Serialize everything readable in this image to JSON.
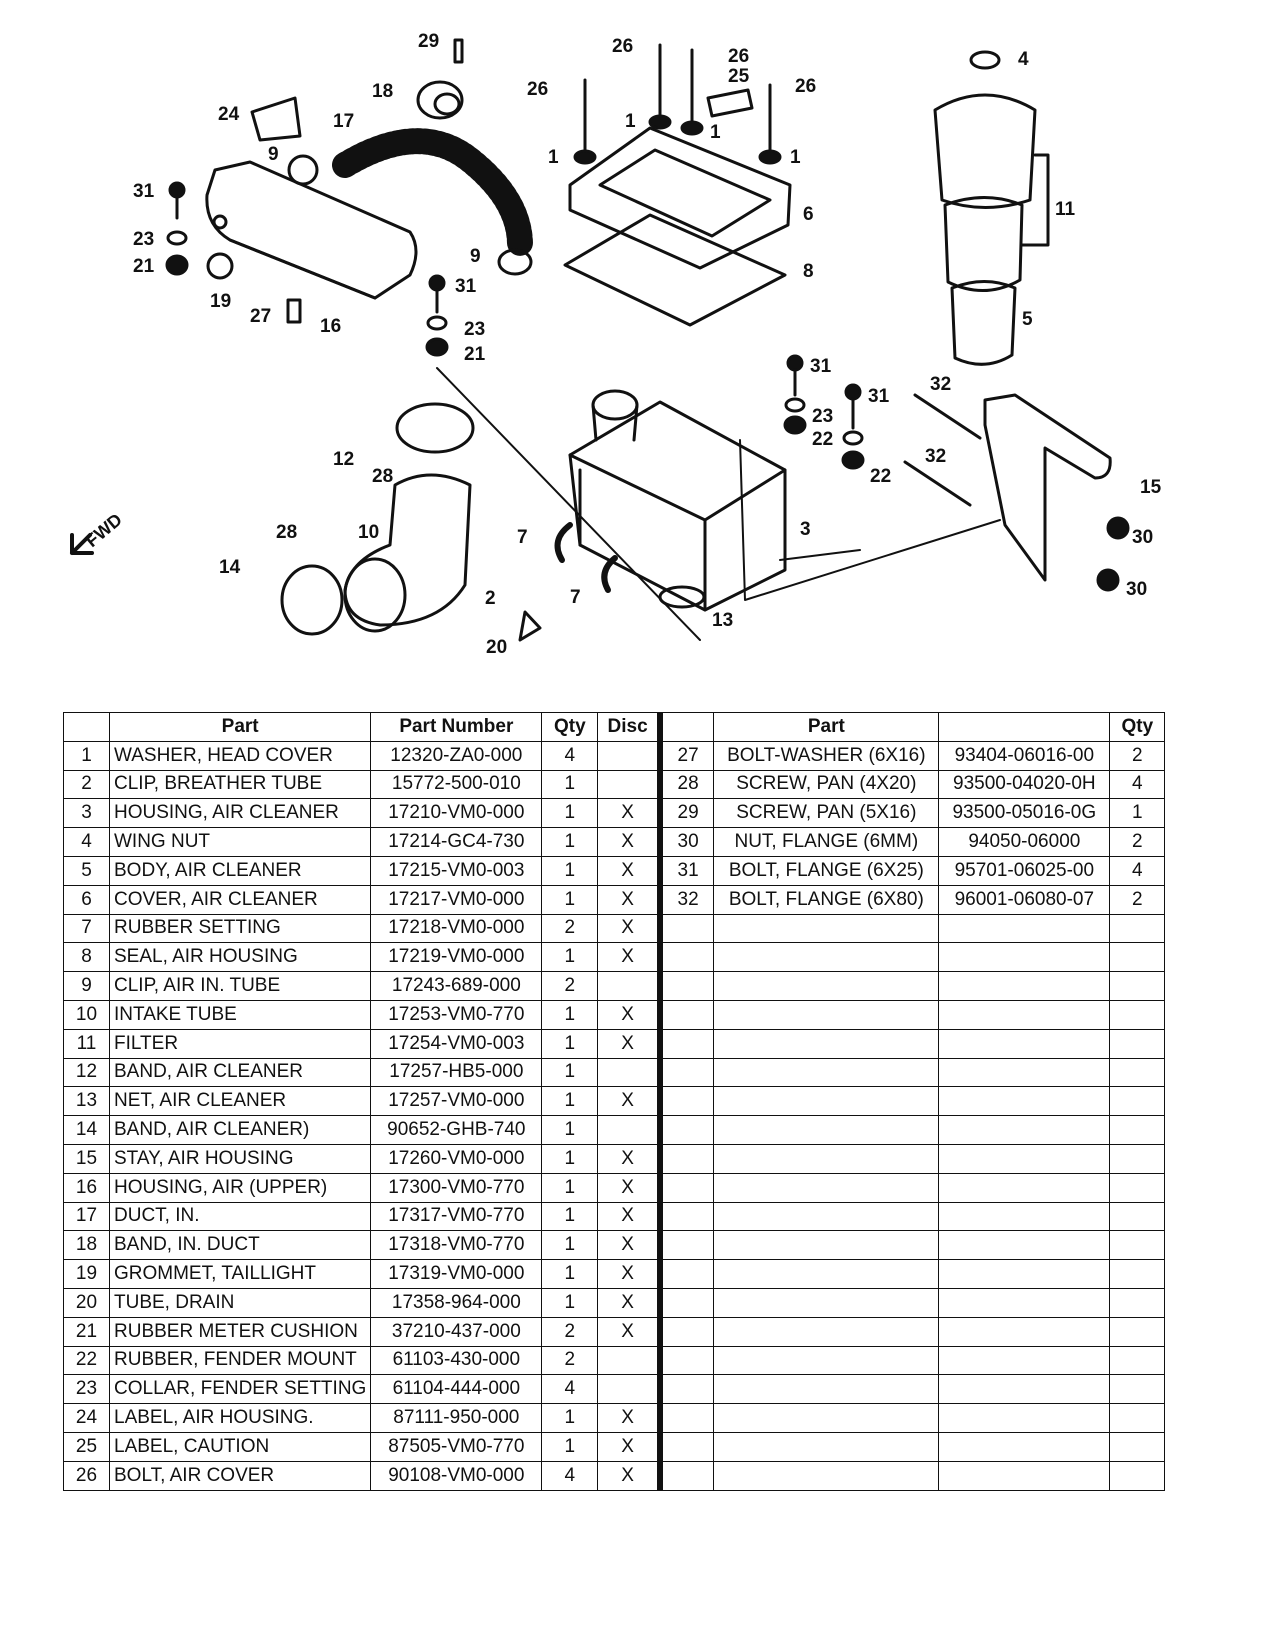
{
  "diagram": {
    "callouts": [
      "1",
      "1",
      "1",
      "1",
      "2",
      "3",
      "4",
      "5",
      "6",
      "7",
      "7",
      "8",
      "9",
      "9",
      "10",
      "11",
      "12",
      "13",
      "14",
      "15",
      "16",
      "17",
      "18",
      "19",
      "20",
      "21",
      "21",
      "22",
      "22",
      "23",
      "23",
      "23",
      "24",
      "25",
      "26",
      "26",
      "26",
      "26",
      "27",
      "28",
      "28",
      "29",
      "30",
      "30",
      "31",
      "31",
      "31",
      "31",
      "32",
      "32"
    ],
    "direction_label": "FWD"
  },
  "table": {
    "headers": {
      "left": [
        "",
        "Part",
        "Part Number",
        "Qty",
        "Disc"
      ],
      "right": [
        "",
        "Part",
        "",
        "Qty"
      ]
    },
    "left_rows": [
      {
        "no": "1",
        "part": "WASHER, HEAD COVER",
        "number": "12320-ZA0-000",
        "qty": "4",
        "disc": ""
      },
      {
        "no": "2",
        "part": "CLIP, BREATHER TUBE",
        "number": "15772-500-010",
        "qty": "1",
        "disc": ""
      },
      {
        "no": "3",
        "part": "HOUSING, AIR CLEANER",
        "number": "17210-VM0-000",
        "qty": "1",
        "disc": "X"
      },
      {
        "no": "4",
        "part": "WING NUT",
        "number": "17214-GC4-730",
        "qty": "1",
        "disc": "X"
      },
      {
        "no": "5",
        "part": "BODY, AIR CLEANER",
        "number": "17215-VM0-003",
        "qty": "1",
        "disc": "X"
      },
      {
        "no": "6",
        "part": "COVER, AIR CLEANER",
        "number": "17217-VM0-000",
        "qty": "1",
        "disc": "X"
      },
      {
        "no": "7",
        "part": "RUBBER SETTING",
        "number": "17218-VM0-000",
        "qty": "2",
        "disc": "X"
      },
      {
        "no": "8",
        "part": "SEAL, AIR HOUSING",
        "number": "17219-VM0-000",
        "qty": "1",
        "disc": "X"
      },
      {
        "no": "9",
        "part": "CLIP, AIR IN. TUBE",
        "number": "17243-689-000",
        "qty": "2",
        "disc": ""
      },
      {
        "no": "10",
        "part": "INTAKE TUBE",
        "number": "17253-VM0-770",
        "qty": "1",
        "disc": "X"
      },
      {
        "no": "11",
        "part": "FILTER",
        "number": "17254-VM0-003",
        "qty": "1",
        "disc": "X"
      },
      {
        "no": "12",
        "part": "BAND, AIR CLEANER",
        "number": "17257-HB5-000",
        "qty": "1",
        "disc": ""
      },
      {
        "no": "13",
        "part": "NET, AIR CLEANER",
        "number": "17257-VM0-000",
        "qty": "1",
        "disc": "X"
      },
      {
        "no": "14",
        "part": "BAND, AIR CLEANER)",
        "number": "90652-GHB-740",
        "qty": "1",
        "disc": ""
      },
      {
        "no": "15",
        "part": "STAY, AIR HOUSING",
        "number": "17260-VM0-000",
        "qty": "1",
        "disc": "X"
      },
      {
        "no": "16",
        "part": "HOUSING, AIR (UPPER)",
        "number": "17300-VM0-770",
        "qty": "1",
        "disc": "X"
      },
      {
        "no": "17",
        "part": "DUCT, IN.",
        "number": "17317-VM0-770",
        "qty": "1",
        "disc": "X"
      },
      {
        "no": "18",
        "part": "BAND, IN. DUCT",
        "number": "17318-VM0-770",
        "qty": "1",
        "disc": "X"
      },
      {
        "no": "19",
        "part": "GROMMET, TAILLIGHT",
        "number": "17319-VM0-000",
        "qty": "1",
        "disc": "X"
      },
      {
        "no": "20",
        "part": "TUBE, DRAIN",
        "number": "17358-964-000",
        "qty": "1",
        "disc": "X"
      },
      {
        "no": "21",
        "part": "RUBBER METER CUSHION",
        "number": "37210-437-000",
        "qty": "2",
        "disc": "X"
      },
      {
        "no": "22",
        "part": "RUBBER, FENDER MOUNT",
        "number": "61103-430-000",
        "qty": "2",
        "disc": ""
      },
      {
        "no": "23",
        "part": "COLLAR, FENDER SETTING",
        "number": "61104-444-000",
        "qty": "4",
        "disc": ""
      },
      {
        "no": "24",
        "part": "LABEL, AIR  HOUSING.",
        "number": "87111-950-000",
        "qty": "1",
        "disc": "X"
      },
      {
        "no": "25",
        "part": "LABEL, CAUTION",
        "number": "87505-VM0-770",
        "qty": "1",
        "disc": "X"
      },
      {
        "no": "26",
        "part": "BOLT, AIR COVER",
        "number": "90108-VM0-000",
        "qty": "4",
        "disc": "X"
      }
    ],
    "right_rows": [
      {
        "no": "27",
        "part": "BOLT-WASHER (6X16)",
        "number": "93404-06016-00",
        "qty": "2"
      },
      {
        "no": "28",
        "part": "SCREW, PAN (4X20)",
        "number": "93500-04020-0H",
        "qty": "4"
      },
      {
        "no": "29",
        "part": "SCREW, PAN (5X16)",
        "number": "93500-05016-0G",
        "qty": "1"
      },
      {
        "no": "30",
        "part": "NUT, FLANGE (6MM)",
        "number": "94050-06000",
        "qty": "2"
      },
      {
        "no": "31",
        "part": "BOLT, FLANGE (6X25)",
        "number": "95701-06025-00",
        "qty": "4"
      },
      {
        "no": "32",
        "part": "BOLT, FLANGE (6X80)",
        "number": "96001-06080-07",
        "qty": "2"
      }
    ]
  }
}
